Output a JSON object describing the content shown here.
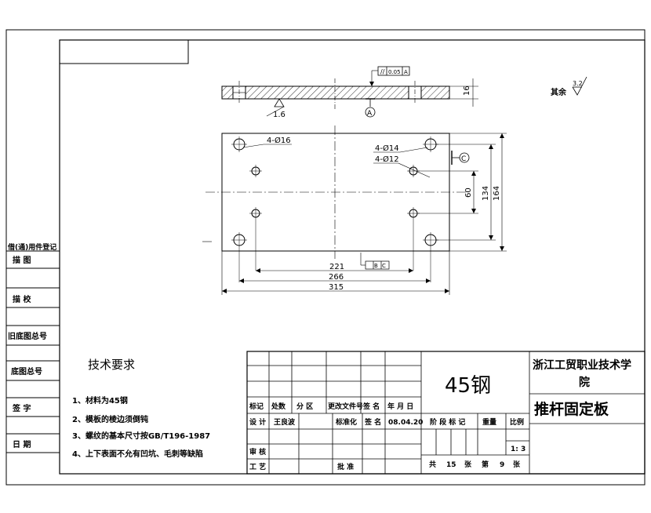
{
  "title_block": {
    "material": "45钢",
    "school": "浙江工贸职业技术学院",
    "part_name": "推杆固定板",
    "header_row": [
      "标记",
      "处数",
      "分  区",
      "更改文件号",
      "签 名",
      "年 月 日"
    ],
    "design_label": "设 计",
    "designer": "王良波",
    "standardize_label": "标准化",
    "sign_label": "签 名",
    "date": "08.04.20",
    "review_label": "审 核",
    "process_label": "工 艺",
    "approve_label": "批 准",
    "stage_label": "阶 段 标 记",
    "weight_label": "重量",
    "scale_label": "比例",
    "scale_value": "1: 3",
    "total_sheets_prefix": "共",
    "total_sheets_value": "15",
    "total_sheets_suffix": "张",
    "sheet_prefix": "第",
    "sheet_value": "9",
    "sheet_suffix": "张"
  },
  "side_panel": [
    "借(通)用件登记",
    "描    图",
    "描    校",
    "旧底图总号",
    "底图总号",
    "签    字",
    "日    期"
  ],
  "tech_req": {
    "title": "技术要求",
    "items": [
      "1、材料为45钢",
      "2、模板的棱边须倒钝",
      "3、螺纹的基本尺寸按GB/T196-1987",
      "4、上下表面不允有凹坑、毛刺等缺陷"
    ]
  },
  "drawing": {
    "rest_label": "其余",
    "rest_roughness": "3.2",
    "section_roughness": "1.6",
    "parallel_tol": "0.05",
    "parallel_datum": "A",
    "datum_a": "A",
    "datum_c": "C",
    "thickness": "16",
    "hole_big": "4-Ø16",
    "hole_mid": "4-Ø14",
    "hole_small": "4-Ø12",
    "dim_60": "60",
    "dim_134": "134",
    "dim_164": "164",
    "dim_221": "221",
    "dim_266": "266",
    "dim_315": "315",
    "sym_datum": "B",
    "sym_datum2": "C"
  }
}
